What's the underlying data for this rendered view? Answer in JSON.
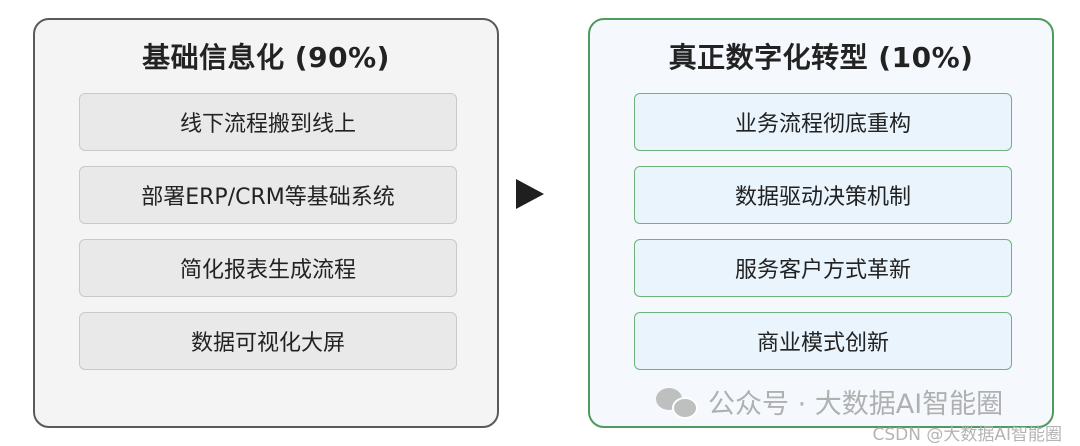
{
  "left_panel": {
    "title": "基础信息化 (90%)",
    "items": [
      "线下流程搬到线上",
      "部署ERP/CRM等基础系统",
      "简化报表生成流程",
      "数据可视化大屏"
    ]
  },
  "right_panel": {
    "title": "真正数字化转型 (10%)",
    "items": [
      "业务流程彻底重构",
      "数据驱动决策机制",
      "服务客户方式革新",
      "商业模式创新"
    ]
  },
  "watermark": {
    "text": "公众号 · 大数据AI智能圈",
    "icon": "wechat-icon"
  },
  "credit": "CSDN @大数据AI智能圈",
  "colors": {
    "left_border": "#5a5a5a",
    "right_border": "#4f9a5e",
    "right_item_fill": "#e9f4fc"
  }
}
